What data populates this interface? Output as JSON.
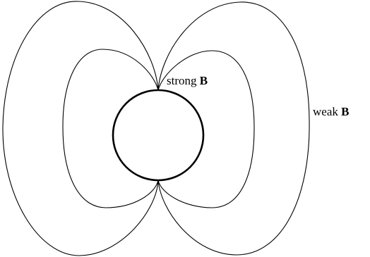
{
  "labels": {
    "strong": {
      "text": "strong ",
      "symbol": "B"
    },
    "weak": {
      "text": "weak ",
      "symbol": "B"
    }
  }
}
